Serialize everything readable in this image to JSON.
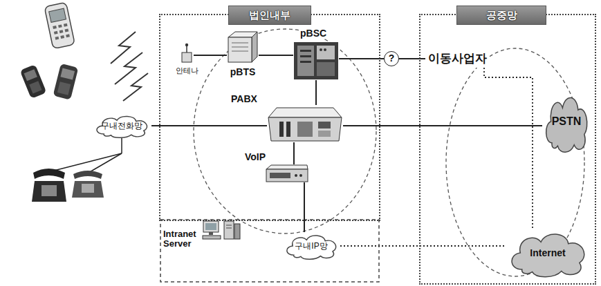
{
  "diagram": {
    "nodes": [
      {
        "text": [
          "법인내부"
        ]
      },
      {
        "text": [
          "공중망"
        ]
      },
      {
        "text": [
          "안테나"
        ]
      },
      {
        "text": [
          "pBTS"
        ],
        "in": 0
      },
      {
        "text": [
          "pBSC"
        ],
        "in": 0
      },
      {
        "text": [
          "PABX"
        ],
        "in": 0
      },
      {
        "text": [
          "VoIP"
        ],
        "in": 0
      },
      {
        "text": [
          "이동사업자"
        ],
        "in": 1
      },
      {
        "text": [
          "PSTN"
        ],
        "in": 1
      },
      {
        "text": [
          "Internet"
        ],
        "in": 1
      },
      {
        "text": [
          "구내전화망"
        ]
      },
      {
        "text": [
          "구내IP망"
        ]
      },
      {
        "text": [
          "Intranet Server"
        ]
      }
    ],
    "edges": [
      {
        "from": 2,
        "to": 3,
        "arrow": "none"
      },
      {
        "from": 3,
        "to": 4,
        "arrow": "none"
      },
      {
        "from": 4,
        "to": 7,
        "label": "?",
        "arrow": "none"
      },
      {
        "from": 4,
        "to": 5,
        "arrow": "none"
      },
      {
        "from": 10,
        "to": 5,
        "arrow": "none"
      },
      {
        "from": 5,
        "to": 8,
        "arrow": "none"
      },
      {
        "from": 5,
        "to": 6,
        "arrow": "none"
      },
      {
        "from": 6,
        "to": 11,
        "arrow": "none"
      },
      {
        "from": 11,
        "to": 9,
        "arrow": "none"
      },
      {
        "from": 7,
        "to": 9,
        "arrow": "none"
      }
    ]
  }
}
